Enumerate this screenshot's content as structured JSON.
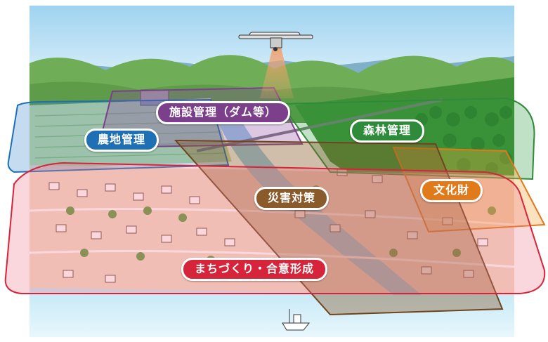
{
  "labels": {
    "facility": "施設管理（ダム等）",
    "farmland": "農地管理",
    "forest": "森林管理",
    "culture": "文化財",
    "disaster": "災害対策",
    "town": "まちづくり・合意形成"
  },
  "colors": {
    "facility": "#7b3f8c",
    "farmland": "#1f6fb5",
    "forest": "#2e8b3a",
    "culture": "#e07a1a",
    "disaster": "#8a5a2b",
    "town": "#d6243a"
  },
  "icons": {
    "aircraft": "survey-plane-icon",
    "boat": "fishing-boat-icon"
  }
}
